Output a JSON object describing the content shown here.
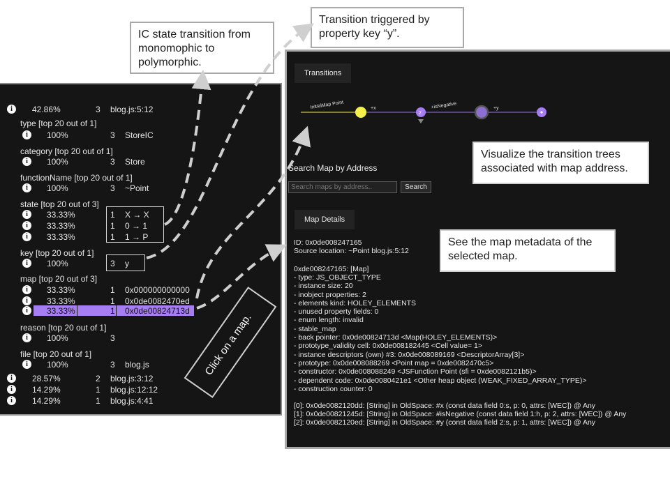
{
  "left": {
    "top_row": {
      "pct": "42.86%",
      "count": "3",
      "loc": "blog.js:5:12"
    },
    "sections": {
      "type": {
        "title": "type [top 20 out of 1]",
        "rows": [
          {
            "pct": "100%",
            "count": "3",
            "value": "StoreIC"
          }
        ]
      },
      "category": {
        "title": "category [top 20 out of 1]",
        "rows": [
          {
            "pct": "100%",
            "count": "3",
            "value": "Store"
          }
        ]
      },
      "functionName": {
        "title": "functionName [top 20 out of 1]",
        "rows": [
          {
            "pct": "100%",
            "count": "3",
            "value": "~Point"
          }
        ]
      },
      "state": {
        "title": "state [top 20 out of 3]",
        "rows": [
          {
            "pct": "33.33%",
            "count": "1",
            "value": "X → X"
          },
          {
            "pct": "33.33%",
            "count": "1",
            "value": "0 → 1"
          },
          {
            "pct": "33.33%",
            "count": "1",
            "value": "1 → P"
          }
        ]
      },
      "key": {
        "title": "key [top 20 out of 1]",
        "rows": [
          {
            "pct": "100%",
            "count": "3",
            "value": "y"
          }
        ]
      },
      "map": {
        "title": "map [top 20 out of 3]",
        "rows": [
          {
            "pct": "33.33%",
            "count": "1",
            "value": "0x000000000000"
          },
          {
            "pct": "33.33%",
            "count": "1",
            "value": "0x0de0082470ed"
          },
          {
            "pct": "33.33%",
            "count": "1",
            "value": "0x0de00824713d"
          }
        ]
      },
      "reason": {
        "title": "reason [top 20 out of 1]",
        "rows": [
          {
            "pct": "100%",
            "count": "3",
            "value": ""
          }
        ]
      },
      "file": {
        "title": "file [top 20 out of 1]",
        "rows": [
          {
            "pct": "100%",
            "count": "3",
            "value": "blog.js"
          }
        ]
      }
    },
    "bottom_rows": [
      {
        "pct": "28.57%",
        "count": "2",
        "loc": "blog.js:3:12"
      },
      {
        "pct": "14.29%",
        "count": "1",
        "loc": "blog.js:12:12"
      },
      {
        "pct": "14.29%",
        "count": "1",
        "loc": "blog.js:4:41"
      }
    ],
    "info_icon_glyph": "i"
  },
  "right": {
    "transitions_label": "Transitions",
    "transition_labels": {
      "initial": "InitialMap Point",
      "x": "+x",
      "isNegative": "+isNegative",
      "y": "+y"
    },
    "node_count_label": "2",
    "search_title": "Search Map by Address",
    "search_placeholder": "Search maps by address..",
    "search_button": "Search",
    "details_label": "Map Details",
    "details_lines": [
      "ID: 0x0de008247165",
      "Source location: ~Point blog.js:5:12",
      "",
      "0xde008247165: [Map]",
      "- type: JS_OBJECT_TYPE",
      "- instance size: 20",
      "- inobject properties: 2",
      "- elements kind: HOLEY_ELEMENTS",
      "- unused property fields: 0",
      "- enum length: invalid",
      "- stable_map",
      "- back pointer: 0x0de00824713d <Map(HOLEY_ELEMENTS)>",
      "- prototype_validity cell: 0x0de008182445 <Cell value= 1>",
      "- instance descriptors (own) #3: 0x0de008089169 <DescriptorArray[3]>",
      "- prototype: 0x0de008088269 <Point map = 0xde0082470c5>",
      "- constructor: 0x0de008088249 <JSFunction Point (sfi = 0xde0082121b5)>",
      "- dependent code: 0x0de0080421e1 <Other heap object (WEAK_FIXED_ARRAY_TYPE)>",
      "- construction counter: 0",
      "",
      "[0]: 0x0de0082120dd: [String] in OldSpace: #x (const data field 0:s, p: 0, attrs: [WEC]) @ Any",
      "[1]: 0x0de00821245d: [String] in OldSpace: #isNegative (const data field 1:h, p: 2, attrs: [WEC]) @ Any",
      "[2]: 0x0de0082120ed: [String] in OldSpace: #y (const data field 2:s, p: 1, attrs: [WEC]) @ Any"
    ]
  },
  "callouts": {
    "ic_state": "IC state transition from monomophic to polymorphic.",
    "triggered": "Transition triggered by property key “y”.",
    "visualize": "Visualize the transition trees associated with map address.",
    "metadata": "See the map metadata of the selected map.",
    "click_map": "Click on a map."
  },
  "colors": {
    "highlight": "#a77df4",
    "node_yellow": "#f3f04a",
    "node_purple": "#a77df4",
    "panel_bg": "#151515"
  }
}
